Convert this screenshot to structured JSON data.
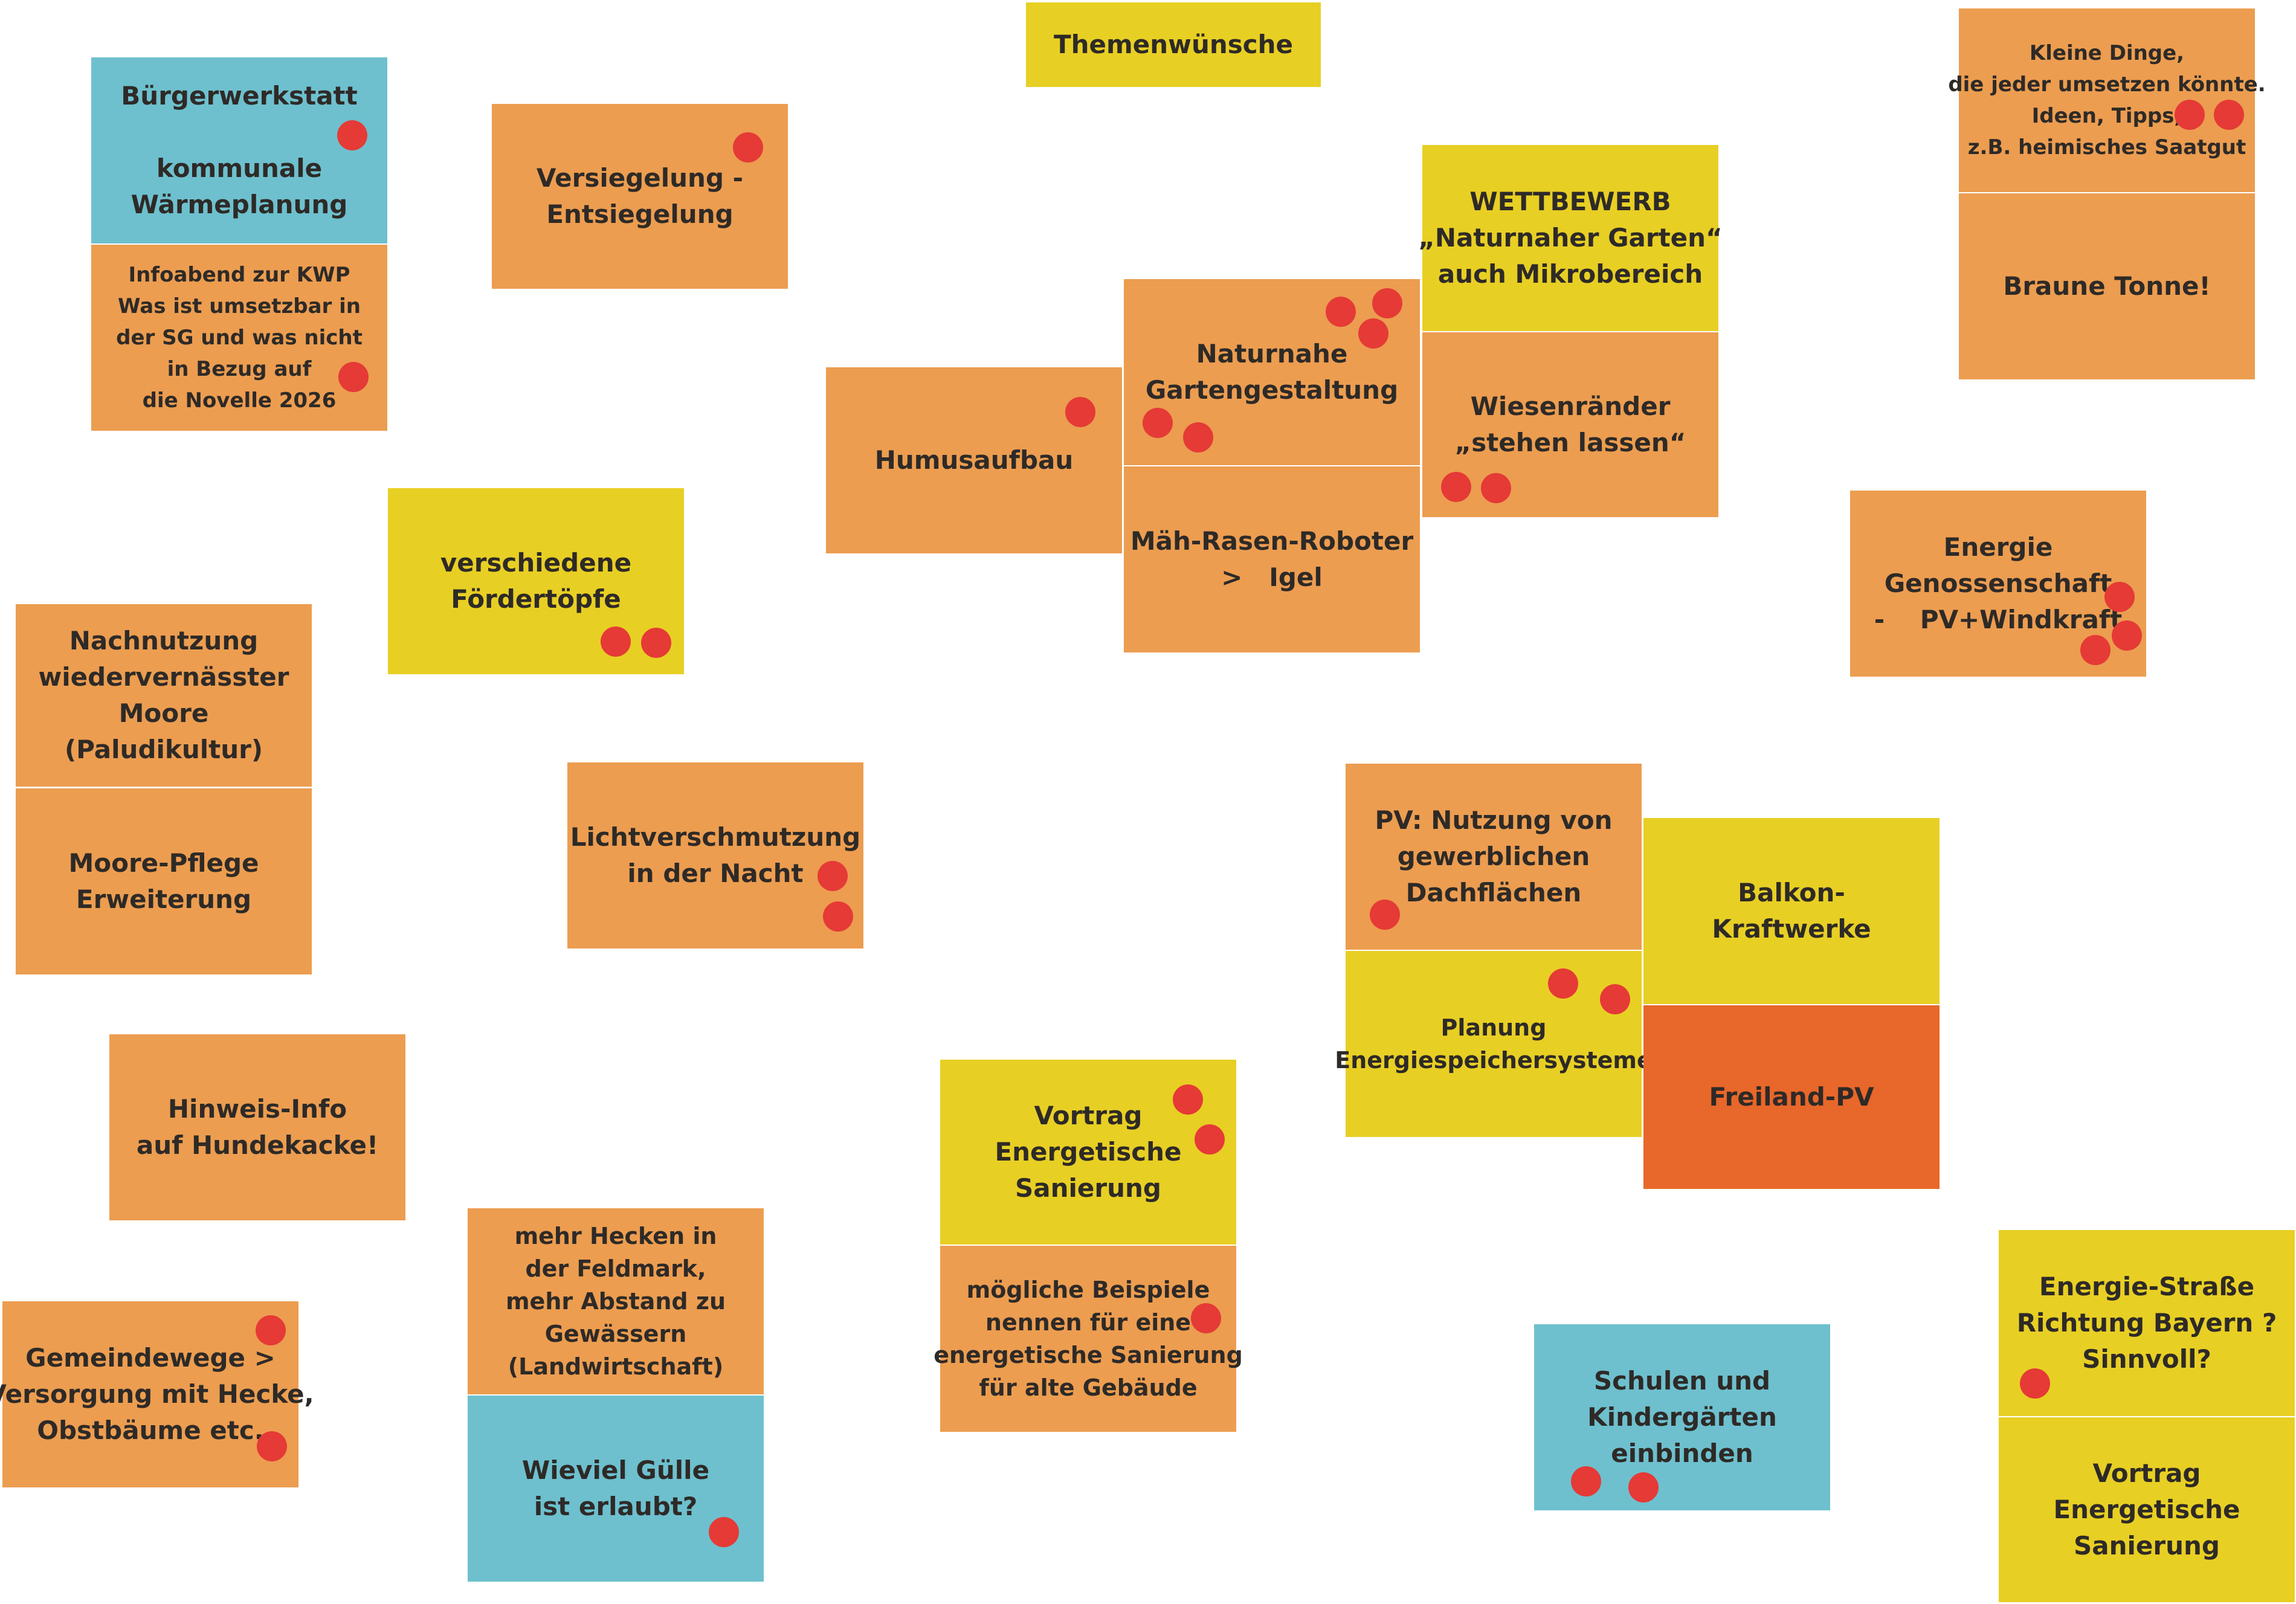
{
  "colors": {
    "orange": "#ec9d50",
    "yellow": "#e8cf24",
    "blue": "#6ec0ce",
    "dark_orange": "#e8672a",
    "vote_dot": "#e53a36"
  },
  "notes": {
    "themenwuensche": [
      "Themenwünsche"
    ],
    "buergerwerkstatt": [
      "Bürgerwerkstatt",
      "",
      "kommunale",
      "Wärmeplanung"
    ],
    "infoabend": [
      "Infoabend zur KWP",
      "Was ist umsetzbar in",
      "der SG und was nicht",
      "in Bezug auf",
      "die Novelle 2026"
    ],
    "versiegelung": [
      "Versiegelung -",
      "Entsiegelung"
    ],
    "humusaufbau": [
      "Humusaufbau"
    ],
    "naturnahe_garten": [
      "Naturnahe",
      "Gartengestaltung"
    ],
    "maeh_rasen": [
      "Mäh-Rasen-Roboter",
      ">   Igel"
    ],
    "wettbewerb": [
      "WETTBEWERB",
      "„Naturnaher Garten“",
      "auch Mikrobereich"
    ],
    "wiesenraender": [
      "Wiesenränder",
      "„stehen lassen“"
    ],
    "kleine_dinge": [
      "Kleine Dinge,",
      "die jeder umsetzen könnte.",
      "Ideen, Tipps,",
      "z.B. heimisches Saatgut"
    ],
    "braune_tonne": [
      "Braune Tonne!"
    ],
    "energie_genossenschaft": [
      "Energie",
      "Genossenschaft",
      "-    PV+Windkraft"
    ],
    "foerdertoepfe": [
      "verschiedene",
      "Fördertöpfe"
    ],
    "nachnutzung": [
      "Nachnutzung",
      "wiedervernässter",
      "Moore",
      "(Paludikultur)"
    ],
    "moore_pflege": [
      "Moore-Pflege",
      "Erweiterung"
    ],
    "lichtverschmutzung": [
      "Lichtverschmutzung",
      "in der Nacht"
    ],
    "pv_nutzung": [
      "PV: Nutzung von",
      "gewerblichen",
      "Dachflächen"
    ],
    "balkon": [
      "Balkon-",
      "Kraftwerke"
    ],
    "planung": [
      "Planung",
      "Energiespeichersysteme"
    ],
    "freiland": [
      "Freiland-PV"
    ],
    "hinweis": [
      "Hinweis-Info",
      "auf Hundekacke!"
    ],
    "vortrag_mitte": [
      "Vortrag",
      "Energetische",
      "Sanierung"
    ],
    "beispiele": [
      "mögliche Beispiele",
      "nennen für eine",
      "energetische Sanierung",
      "für alte Gebäude"
    ],
    "hecken": [
      "mehr Hecken in",
      "der Feldmark,",
      "mehr Abstand zu",
      "Gewässern",
      "(Landwirtschaft)"
    ],
    "guelle": [
      "Wieviel Gülle",
      "ist erlaubt?"
    ],
    "gemeindewege": [
      "Gemeindewege >",
      "Versorgung mit Hecke,",
      "Obstbäume etc."
    ],
    "schulen": [
      "Schulen und",
      "Kindergärten",
      "einbinden"
    ],
    "energie_strasse": [
      "Energie-Straße",
      "Richtung Bayern ?",
      "Sinnvoll?"
    ],
    "vortrag_rechts": [
      "Vortrag",
      "Energetische",
      "Sanierung"
    ]
  },
  "votes": {
    "buergerwerkstatt": 1,
    "infoabend": 1,
    "versiegelung": 1,
    "humusaufbau": 1,
    "naturnahe_garten": 5,
    "wiesenraender": 2,
    "kleine_dinge": 2,
    "energie_genossenschaft": 3,
    "foerdertoepfe": 2,
    "lichtverschmutzung": 2,
    "pv_nutzung": 1,
    "planung": 2,
    "vortrag_mitte": 2,
    "beispiele": 1,
    "guelle": 1,
    "gemeindewege": 2,
    "schulen": 2,
    "energie_strasse": 1
  }
}
